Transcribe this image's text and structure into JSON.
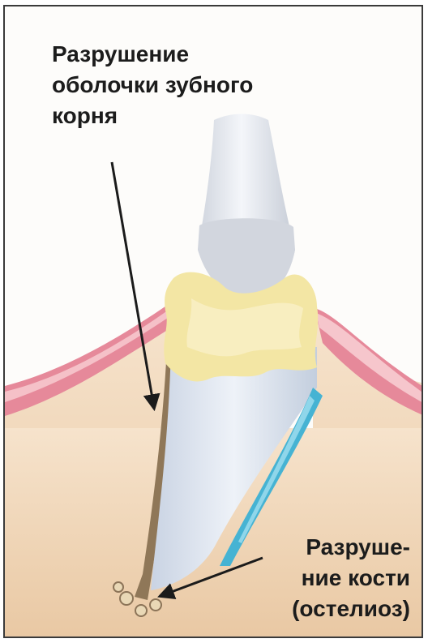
{
  "labels": {
    "root_damage": {
      "lines": [
        "Разрушение",
        "оболочки зубного",
        "корня"
      ]
    },
    "bone_damage": {
      "lines": [
        "Разруше-",
        "ние кости",
        "(остелиоз)"
      ]
    }
  },
  "colors": {
    "tissue": "#f1d7b8",
    "gum": "#e47f8e",
    "gum_light": "#f7c3c9",
    "enamel": "#e7ebf3",
    "crown_shade": "#d8dce4",
    "tartar": "#f3e6a4",
    "root": "#dde5f1",
    "root_edge": "#8c7458",
    "blue_layer": "#4ab6d6",
    "arrow": "#1b1b1b"
  }
}
